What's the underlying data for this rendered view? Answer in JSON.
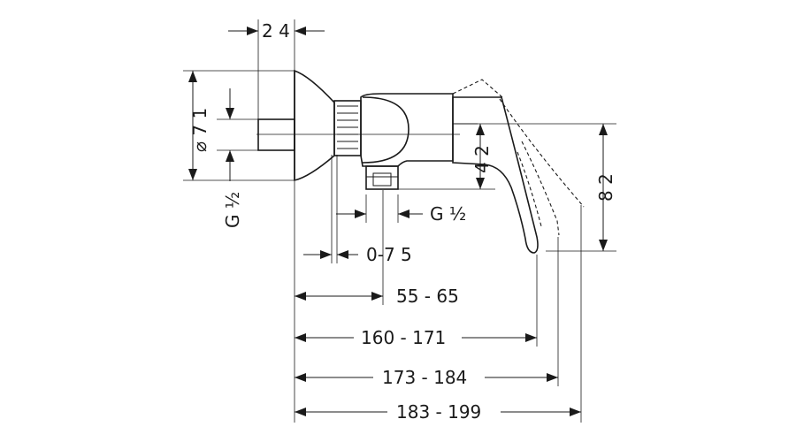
{
  "dimensions": {
    "wall_depth": "2 4",
    "diameter": "⌀ 7 1",
    "inlet_thread": "G ½",
    "height_body": "4 2",
    "outlet_thread": "G ½",
    "height_total": "8 2",
    "eccentric_offset": "0-7 5",
    "connection_distance": "55 - 65",
    "lever_length_1": "160 - 171",
    "lever_length_2": "173 - 184",
    "lever_length_3": "183 - 199"
  },
  "colors": {
    "ink": "#1a1a1a",
    "background": "#ffffff"
  }
}
